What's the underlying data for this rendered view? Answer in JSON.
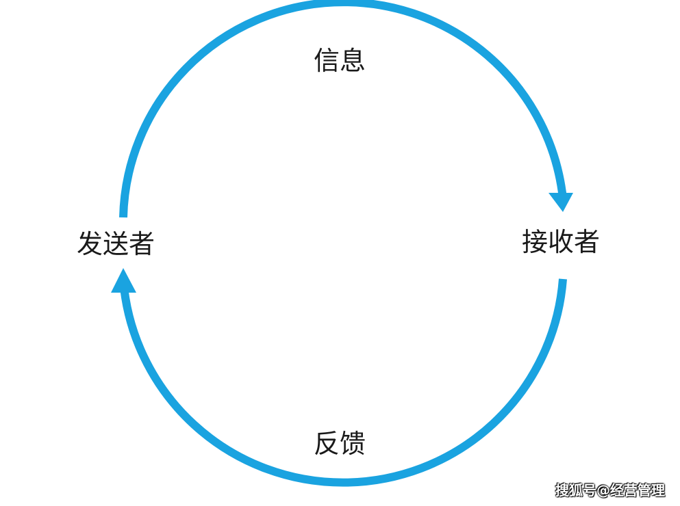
{
  "diagram": {
    "nodes": {
      "sender": "发送者",
      "receiver": "接收者"
    },
    "edges": {
      "message": "信息",
      "feedback": "反馈"
    },
    "arrow_color": "#1aa3e0"
  },
  "watermark": "搜狐号@经营管理"
}
